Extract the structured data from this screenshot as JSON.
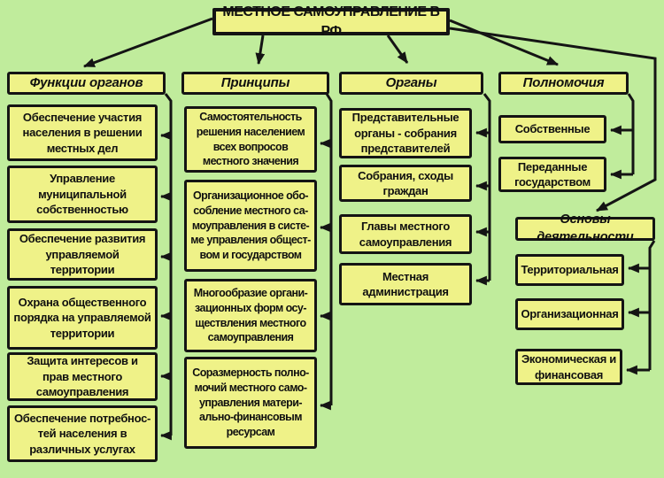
{
  "title": "МЕСТНОЕ САМОУПРАВЛЕНИЕ В РФ",
  "colors": {
    "background": "#c0ec9c",
    "box_fill": "#eff288",
    "line": "#141414"
  },
  "columns": [
    {
      "header": "Функции органов",
      "items": [
        "Обеспечение участия\nнаселения в решении\nместных дел",
        "Управление\nмуниципальной\nсобственностью",
        "Обеспечение развития\nуправляемой\nтерритории",
        "Охрана общественного\nпорядка на управляемой\nтерритории",
        "Защита интересов и\nправ местного\nсамоуправления",
        "Обеспечение потребнос-\nтей населения в\nразличных услугах"
      ]
    },
    {
      "header": "Принципы",
      "items": [
        "Самостоятельность\nрешения населением\nвсех вопросов\nместного значения",
        "Организационное обо-\nсобление местного са-\nмоуправления в систе-\nме управления общест-\nвом и государством",
        "Многообразие органи-\nзационных форм осу-\nществления местного\nсамоуправления",
        "Соразмерность полно-\nмочий местного само-\nуправления матери-\nально-финансовым\nресурсам"
      ]
    },
    {
      "header": "Органы",
      "items": [
        "Представительные\nорганы - собрания\nпредставителей",
        "Собрания, сходы\nграждан",
        "Главы местного\nсамоуправления",
        "Местная\nадминистрация"
      ]
    },
    {
      "header": "Полномочия",
      "items": [
        "Собственные",
        "Переданные\nгосударством"
      ],
      "subheader": "Основы деятельности",
      "subitems": [
        "Территориальная",
        "Организационная",
        "Экономическая и\nфинансовая"
      ]
    }
  ]
}
